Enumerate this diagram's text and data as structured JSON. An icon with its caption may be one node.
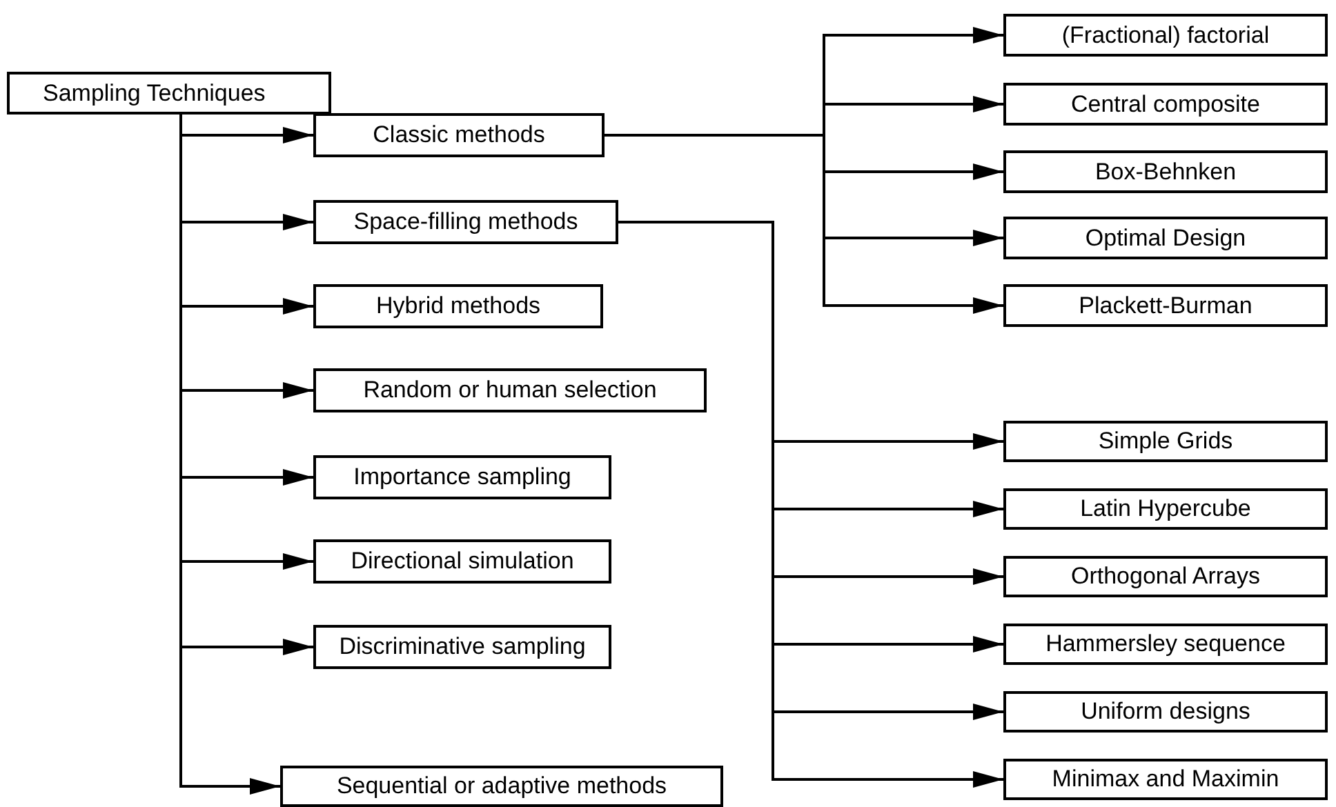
{
  "diagram": {
    "nodes": [
      {
        "text": [
          "Sampling Techniques"
        ]
      },
      {
        "text": [
          "Classic methods"
        ]
      },
      {
        "text": [
          "Space-filling methods"
        ]
      },
      {
        "text": [
          "Hybrid methods"
        ]
      },
      {
        "text": [
          "Random or human selection"
        ]
      },
      {
        "text": [
          "Importance sampling"
        ]
      },
      {
        "text": [
          "Directional simulation"
        ]
      },
      {
        "text": [
          "Discriminative sampling"
        ]
      },
      {
        "text": [
          "Sequential or adaptive methods"
        ]
      },
      {
        "text": [
          "(Fractional) factorial"
        ]
      },
      {
        "text": [
          "Central composite"
        ]
      },
      {
        "text": [
          "Box-Behnken"
        ]
      },
      {
        "text": [
          "Optimal Design"
        ]
      },
      {
        "text": [
          "Plackett-Burman"
        ]
      },
      {
        "text": [
          "Simple Grids"
        ]
      },
      {
        "text": [
          "Latin Hypercube"
        ]
      },
      {
        "text": [
          "Orthogonal Arrays"
        ]
      },
      {
        "text": [
          "Hammersley sequence"
        ]
      },
      {
        "text": [
          "Uniform designs"
        ]
      },
      {
        "text": [
          "Minimax and Maximin"
        ]
      }
    ],
    "edges": [
      {
        "from": 0,
        "to": 1,
        "arrow": "to"
      },
      {
        "from": 0,
        "to": 2,
        "arrow": "to"
      },
      {
        "from": 0,
        "to": 3,
        "arrow": "to"
      },
      {
        "from": 0,
        "to": 4,
        "arrow": "to"
      },
      {
        "from": 0,
        "to": 5,
        "arrow": "to"
      },
      {
        "from": 0,
        "to": 6,
        "arrow": "to"
      },
      {
        "from": 0,
        "to": 7,
        "arrow": "to"
      },
      {
        "from": 0,
        "to": 8,
        "arrow": "to"
      },
      {
        "from": 1,
        "to": 9,
        "arrow": "to"
      },
      {
        "from": 1,
        "to": 10,
        "arrow": "to"
      },
      {
        "from": 1,
        "to": 11,
        "arrow": "to"
      },
      {
        "from": 1,
        "to": 12,
        "arrow": "to"
      },
      {
        "from": 1,
        "to": 13,
        "arrow": "to"
      },
      {
        "from": 2,
        "to": 14,
        "arrow": "to"
      },
      {
        "from": 2,
        "to": 15,
        "arrow": "to"
      },
      {
        "from": 2,
        "to": 16,
        "arrow": "to"
      },
      {
        "from": 2,
        "to": 17,
        "arrow": "to"
      },
      {
        "from": 2,
        "to": 18,
        "arrow": "to"
      },
      {
        "from": 2,
        "to": 19,
        "arrow": "to"
      }
    ]
  }
}
